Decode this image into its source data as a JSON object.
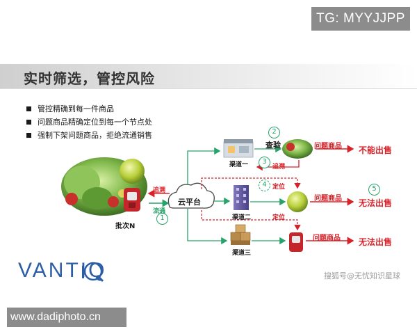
{
  "tag": "TG: MYYJJPP",
  "title": "实时筛选，管控风险",
  "bullets": [
    "管控精确到每一件商品",
    "问题商品精确定位到每一个节点处",
    "强制下架问题商品，拒绝流通销售"
  ],
  "diagram": {
    "batch_label": "批次N",
    "cloud_label": "云平台",
    "traceback_left": "追溯",
    "circulation_label": "流通",
    "channels": [
      "渠道一",
      "渠道二",
      "渠道三"
    ],
    "inspect_label": "查验",
    "traceback_mid": "追溯",
    "locate_labels": [
      "定位",
      "定位"
    ],
    "problem_goods": [
      "问题商品",
      "问题商品",
      "问题商品"
    ],
    "results": [
      "不能出售",
      "无法出售",
      "无法出售"
    ],
    "step_numbers": [
      "1",
      "2",
      "3",
      "4",
      "5"
    ]
  },
  "brand": "VANTIQ",
  "watermark": "搜狐号@无忧知识星球",
  "footer": "www.dadiphoto.cn",
  "colors": {
    "accent_red": "#d8222a",
    "accent_green": "#27a36a",
    "brand_blue": "#2c5ea8"
  }
}
